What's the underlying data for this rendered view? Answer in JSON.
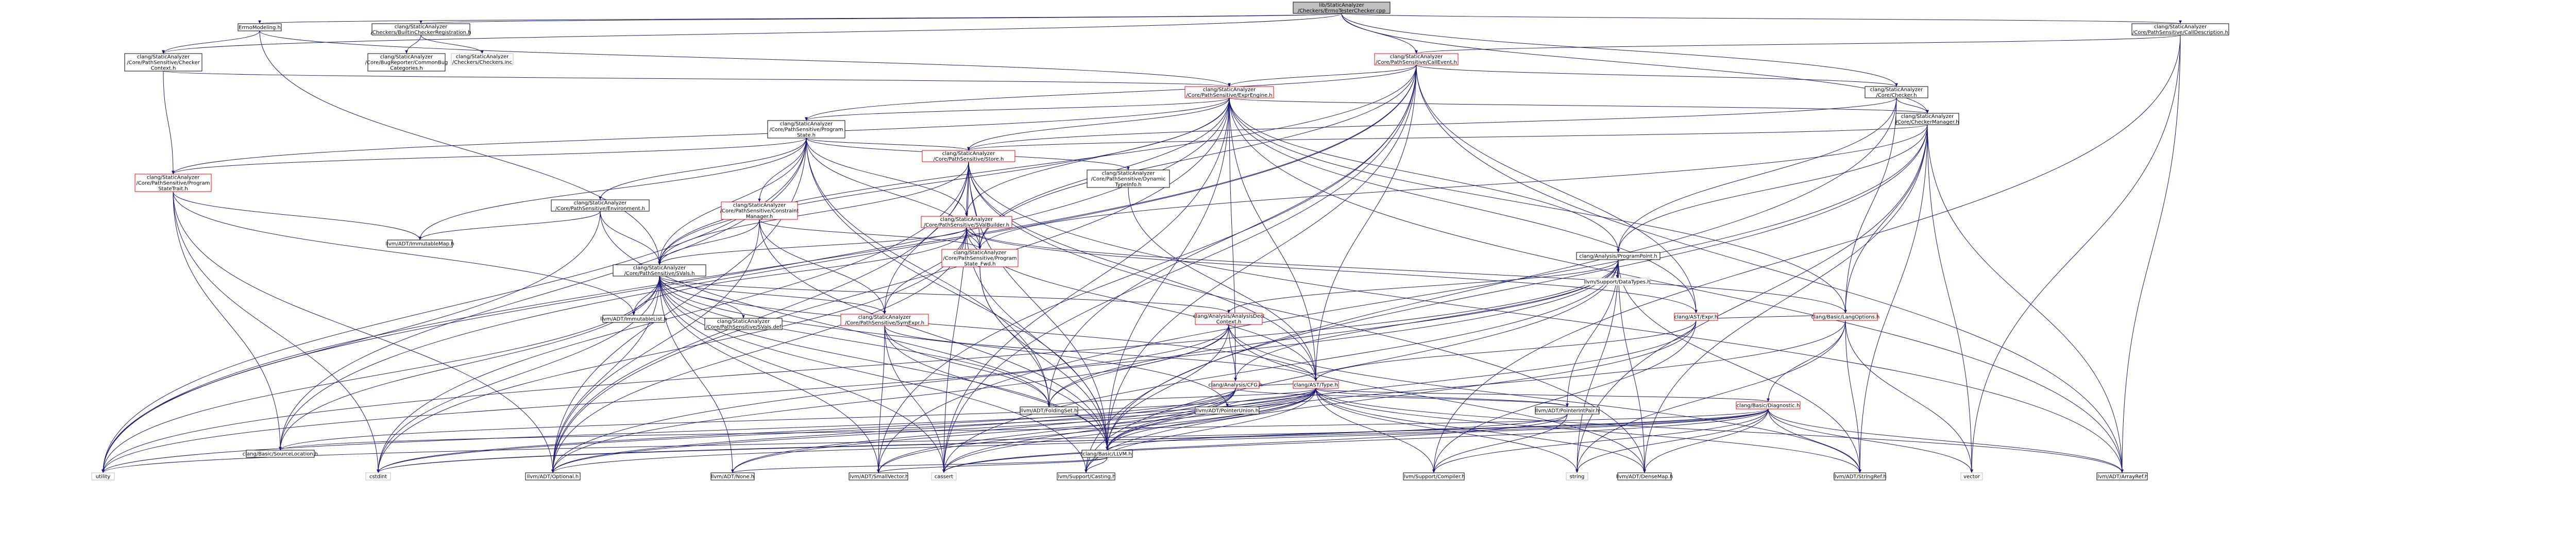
{
  "colors": {
    "root_fill": "#bfbfbf",
    "node_fill": "#ffffff",
    "node_border": "#000000",
    "cycle_border": "#ff0000",
    "leaf_border": "#bfbfbf",
    "edge": "#191970"
  },
  "nodes": {
    "root": "lib/StaticAnalyzer\n/Checkers/ErrnoTesterChecker.cpp",
    "errnomodeling": "ErrnoModeling.h",
    "builtin_reg": "clang/StaticAnalyzer\n/Checkers/BuiltinCheckerRegistration.h",
    "calldesc": "clang/StaticAnalyzer\n/Core/PathSensitive/CallDescription.h",
    "checkerctx": "clang/StaticAnalyzer\n/Core/PathSensitive/Checker\nContext.h",
    "commonbug": "clang/StaticAnalyzer\n/Core/BugReporter/CommonBug\nCategories.h",
    "checkers_inc": "clang/StaticAnalyzer\n/Checkers/Checkers.inc",
    "callevent": "clang/StaticAnalyzer\n/Core/PathSensitive/CallEvent.h",
    "exprengine": "clang/StaticAnalyzer\n/Core/PathSensitive/ExprEngine.h",
    "checker": "clang/StaticAnalyzer\n/Core/Checker.h",
    "checkermanager": "clang/StaticAnalyzer\n/Core/CheckerManager.h",
    "programstate": "clang/StaticAnalyzer\n/Core/PathSensitive/Program\nState.h",
    "programstatetrait": "clang/StaticAnalyzer\n/Core/PathSensitive/Program\nStateTrait.h",
    "store": "clang/StaticAnalyzer\n/Core/PathSensitive/Store.h",
    "dyntype": "clang/StaticAnalyzer\n/Core/PathSensitive/Dynamic\nTypeInfo.h",
    "environment": "clang/StaticAnalyzer\n/Core/PathSensitive/Environment.h",
    "constraintmgr": "clang/StaticAnalyzer\n/Core/PathSensitive/Constraint\nManager.h",
    "svalbuilder": "clang/StaticAnalyzer\n/Core/PathSensitive/SValBuilder.h",
    "programstate_fwd": "clang/StaticAnalyzer\n/Core/PathSensitive/Program\nState_Fwd.h",
    "immutablemap": "llvm/ADT/ImmutableMap.h",
    "svals": "clang/StaticAnalyzer\n/Core/PathSensitive/SVals.h",
    "immutablelist": "llvm/ADT/ImmutableList.h",
    "svals_def": "clang/StaticAnalyzer\n/Core/PathSensitive/SVals.def",
    "symexpr": "clang/StaticAnalyzer\n/Core/PathSensitive/SymExpr.h",
    "programpoint": "clang/Analysis/ProgramPoint.h",
    "analysisdeclctx": "clang/Analysis/AnalysisDecl\nContext.h",
    "datatypes": "llvm/Support/DataTypes.h",
    "expr": "clang/AST/Expr.h",
    "langoptions": "clang/Basic/LangOptions.h",
    "cfg": "clang/Analysis/CFG.h",
    "type": "clang/AST/Type.h",
    "diagnostic": "clang/Basic/Diagnostic.h",
    "pointerintpair": "llvm/ADT/PointerIntPair.h",
    "foldingset": "llvm/ADT/FoldingSet.h",
    "pointerunion": "llvm/ADT/PointerUnion.h",
    "llvm_h": "clang/Basic/LLVM.h",
    "sourcelocation": "clang/Basic/SourceLocation.h",
    "utility": "utility",
    "cstdint": "cstdint",
    "optional": "llvm/ADT/Optional.h",
    "none": "llvm/ADT/None.h",
    "smallvector": "llvm/ADT/SmallVector.h",
    "cassert": "cassert",
    "casting": "llvm/Support/Casting.h",
    "compiler": "llvm/Support/Compiler.h",
    "string": "string",
    "densemap": "llvm/ADT/DenseMap.h",
    "stringref": "llvm/ADT/StringRef.h",
    "vector": "vector",
    "arrayref": "llvm/ADT/ArrayRef.h"
  }
}
